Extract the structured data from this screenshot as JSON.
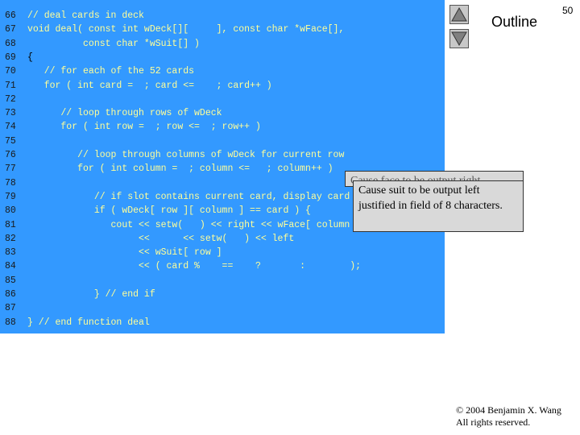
{
  "code": {
    "lines": [
      {
        "num": "66",
        "text": "// deal cards in deck",
        "color": "#ffff99"
      },
      {
        "num": "67",
        "text": "void deal( const int wDeck[][     ], const char *wFace[],",
        "color": "#ffff99"
      },
      {
        "num": "68",
        "text": "          const char *wSuit[] )",
        "color": "#ffff99"
      },
      {
        "num": "69",
        "text": "{",
        "color": "#000000"
      },
      {
        "num": "70",
        "text": "   // for each of the 52 cards",
        "color": "#ffff99"
      },
      {
        "num": "71",
        "text": "   for ( int card =  ; card <=    ; card++ )",
        "color": "#ffff99"
      },
      {
        "num": "72",
        "text": "",
        "color": "#000000"
      },
      {
        "num": "73",
        "text": "      // loop through rows of wDeck",
        "color": "#ffff99"
      },
      {
        "num": "74",
        "text": "      for ( int row =  ; row <=  ; row++ )",
        "color": "#ffff99"
      },
      {
        "num": "75",
        "text": "",
        "color": "#000000"
      },
      {
        "num": "76",
        "text": "         // loop through columns of wDeck for current row",
        "color": "#ffff99"
      },
      {
        "num": "77",
        "text": "         for ( int column =  ; column <=   ; column++ )",
        "color": "#ffff99"
      },
      {
        "num": "78",
        "text": "",
        "color": "#000000"
      },
      {
        "num": "79",
        "text": "            // if slot contains current card, display card",
        "color": "#ffff99"
      },
      {
        "num": "80",
        "text": "            if ( wDeck[ row ][ column ] == card ) {",
        "color": "#ffff99"
      },
      {
        "num": "81",
        "text": "               cout << setw(   ) << right << wFace[ column ]",
        "color": "#ffff99"
      },
      {
        "num": "82",
        "text": "                    <<      << setw(   ) << left",
        "color": "#ffff99"
      },
      {
        "num": "83",
        "text": "                    << wSuit[ row ]",
        "color": "#ffff99"
      },
      {
        "num": "84",
        "text": "                    << ( card %    ==    ?       :        );",
        "color": "#ffff99"
      },
      {
        "num": "85",
        "text": "",
        "color": "#000000"
      },
      {
        "num": "86",
        "text": "            } // end if",
        "color": "#ffff99"
      },
      {
        "num": "87",
        "text": "",
        "color": "#000000"
      },
      {
        "num": "88",
        "text": "} // end function deal",
        "color": "#ffff99"
      }
    ]
  },
  "nav": {
    "up_icon": "triangle-up-icon",
    "down_icon": "triangle-down-icon"
  },
  "outline_label": "Outline",
  "slide_number": "50",
  "callouts": {
    "back_text": "Cause face to be output right",
    "front_text": "Cause suit to be output left justified in field of 8 characters."
  },
  "copyright": {
    "line1": "© 2004 Benjamin X. Wang",
    "line2": "All rights reserved."
  }
}
